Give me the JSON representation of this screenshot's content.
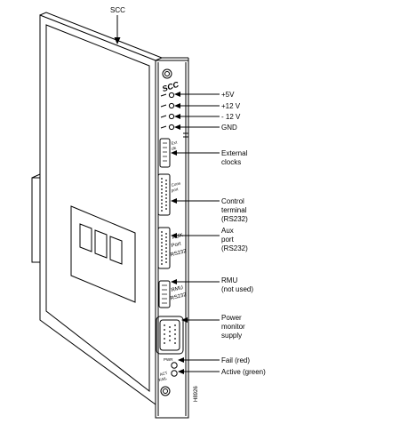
{
  "diagram": {
    "top_label": "SCC",
    "faceplate_label": "SCC",
    "figure_id": "H8926",
    "callouts": {
      "v5": "+5V",
      "v12": "+12 V",
      "vneg12": "- 12 V",
      "gnd": "GND",
      "ext_clocks": [
        "External",
        "clocks"
      ],
      "control": [
        "Control",
        "terminal",
        "(RS232)"
      ],
      "aux": [
        "Aux",
        "port",
        "(RS232)"
      ],
      "rmu": [
        "RMU",
        "(not used)"
      ],
      "power_mon": [
        "Power",
        "monitor",
        "supply"
      ],
      "fail": "Fail (red)",
      "active": "Active (green)"
    },
    "port_labels": {
      "ext_clk": [
        "Ext",
        "clk"
      ],
      "console": [
        "Cons",
        "port"
      ],
      "aux": [
        "AUX",
        "Port",
        "RS232"
      ],
      "rmu": [
        "RMU",
        "RS232"
      ],
      "pwr": "PWR",
      "led": [
        "ACT",
        "FAIL"
      ]
    }
  }
}
